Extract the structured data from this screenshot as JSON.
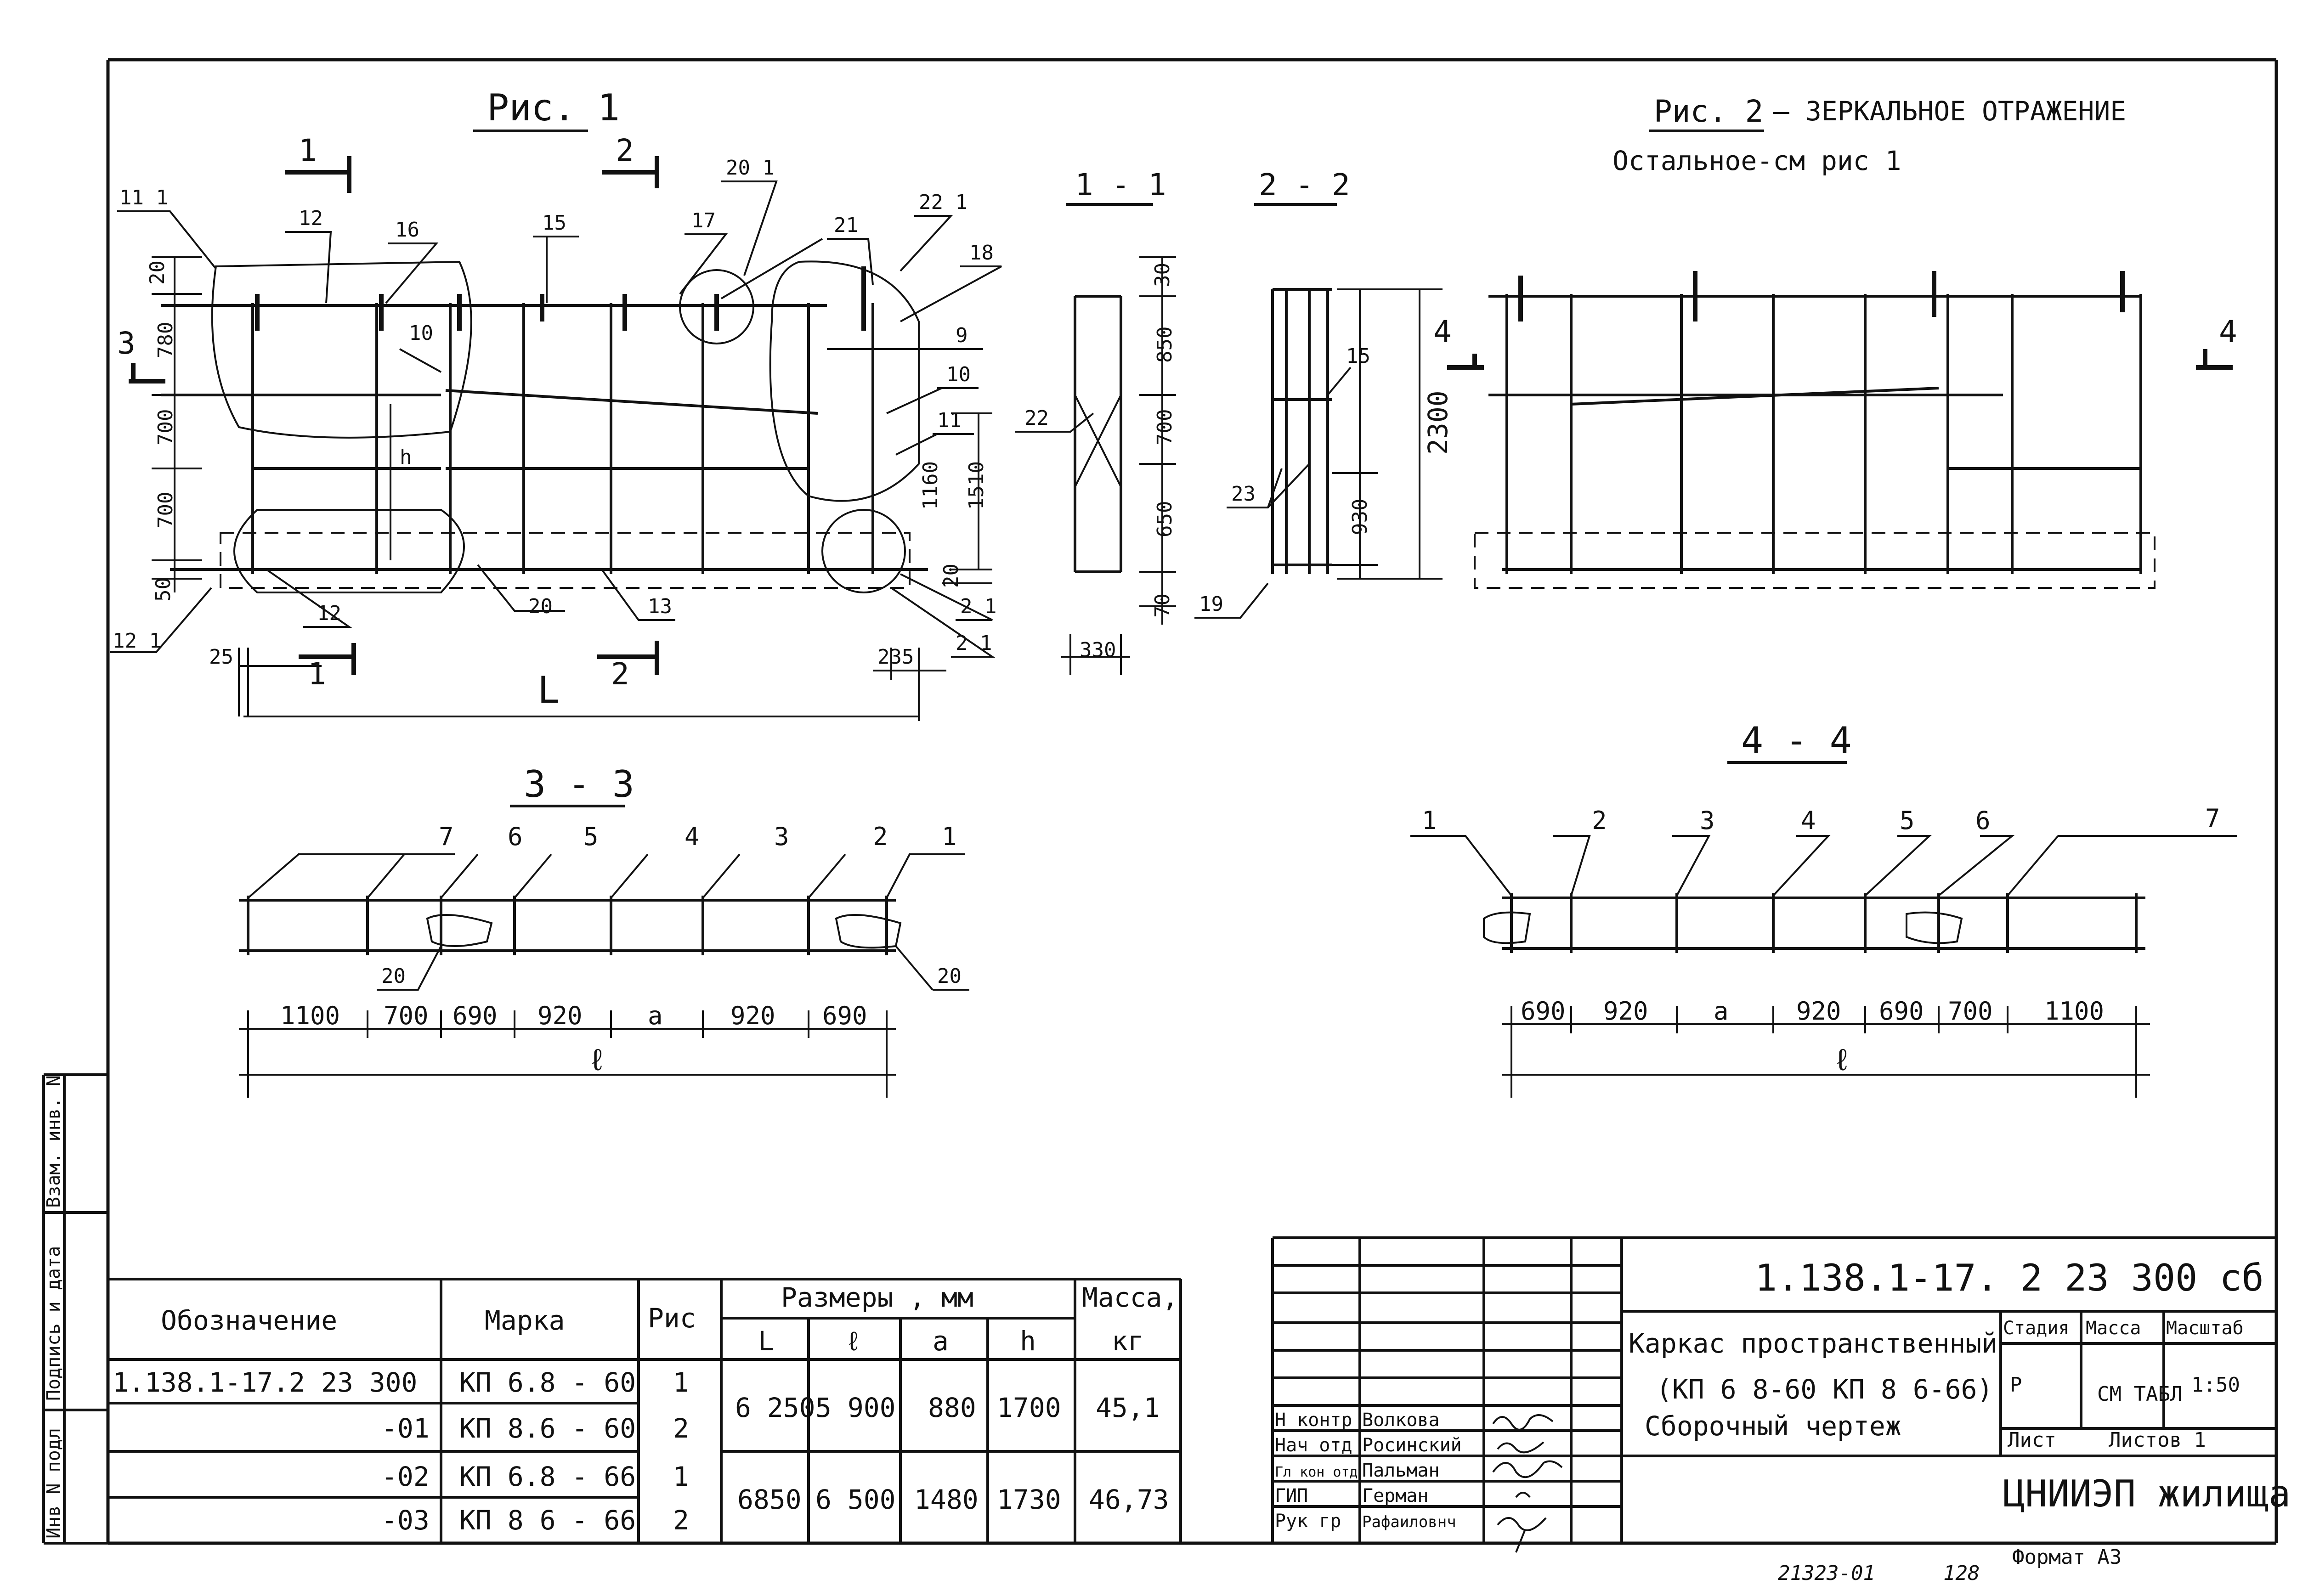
{
  "fig1": {
    "title": "Рис. 1",
    "cut_1": "1",
    "cut_2": "2",
    "cut_3": "3",
    "callouts": {
      "c11": "11 1",
      "c12": "12",
      "c16": "16",
      "c15": "15",
      "c201": "20 1",
      "c17": "17",
      "c21": "21",
      "c221": "22 1",
      "c18": "18",
      "c9": "9",
      "c10a": "10",
      "c10b": "10",
      "c11b": "11",
      "c20": "20",
      "c13": "13",
      "c121": "12 1",
      "c12b": "12",
      "c21b": "2 1",
      "c21c": "2 1",
      "h": "h"
    },
    "dims_left": [
      "20",
      "780",
      "700",
      "700",
      "50"
    ],
    "dims_right": [
      "1160",
      "1510",
      "20"
    ],
    "dim_25": "25",
    "dim_235": "235",
    "dim_L": "L"
  },
  "fig2": {
    "title": "Рис. 2",
    "title_rest": "— ЗЕРКАЛЬНОЕ ОТРАЖЕНИЕ",
    "note": "Остальное-см рис 1",
    "cut_4": "4"
  },
  "sec11": {
    "title": "1 - 1",
    "dims": [
      "30",
      "850",
      "700",
      "650",
      "70"
    ],
    "dim_width": "330",
    "callout_22": "22"
  },
  "sec22": {
    "title": "2 - 2",
    "dim_total": "2300",
    "dim_930": "930",
    "callout_15": "15",
    "callout_23": "23",
    "callout_19": "19"
  },
  "sec33": {
    "title": "3 - 3",
    "marks": [
      "7",
      "6",
      "5",
      "4",
      "3",
      "2",
      "1"
    ],
    "dims": [
      "1100",
      "700",
      "690",
      "920",
      "a",
      "920",
      "690"
    ],
    "total": "ℓ",
    "callout_20a": "20",
    "callout_20b": "20"
  },
  "sec44": {
    "title": "4 - 4",
    "marks": [
      "1",
      "2",
      "3",
      "4",
      "5",
      "6",
      "7"
    ],
    "dims": [
      "690",
      "920",
      "a",
      "920",
      "690",
      "700",
      "1100"
    ],
    "total": "ℓ"
  },
  "spec_table": {
    "headers": {
      "designation": "Обозначение",
      "mark": "Марка",
      "fig": "Рис",
      "sizes": "Размеры , мм",
      "L": "L",
      "l": "ℓ",
      "a": "a",
      "h": "h",
      "mass": "Масса,",
      "mass_unit": "кг"
    },
    "rows": [
      {
        "designation": "1.138.1-17.2 23 300",
        "mark": "КП 6.8 - 60",
        "fig": "1"
      },
      {
        "designation": "-01",
        "mark": "КП 8.6 - 60",
        "fig": "2"
      },
      {
        "designation": "-02",
        "mark": "КП 6.8 - 66",
        "fig": "1"
      },
      {
        "designation": "-03",
        "mark": "КП 8 6 - 66",
        "fig": "2"
      }
    ],
    "groups": [
      {
        "L": "6 250",
        "l": "5 900",
        "a": "880",
        "h": "1700",
        "mass": "45,1"
      },
      {
        "L": "6850",
        "l": "6 500",
        "a": "1480",
        "h": "1730",
        "mass": "46,73"
      }
    ]
  },
  "side_stamp": [
    "Инв N подл",
    "Подпись и дата",
    "Взам. инв. N"
  ],
  "title_block": {
    "doc_code": "1.138.1-17. 2 23 300 сб",
    "name_lines": [
      "Каркас пространственный",
      "(КП 6 8-60 КП 8 6-66)",
      "Сборочный чертеж"
    ],
    "stage_label": "Стадия",
    "mass_label": "Масса",
    "scale_label": "Масштаб",
    "stage": "Р",
    "mass": "СМ ТАБЛ",
    "scale": "1:50",
    "sheet_label": "Лист",
    "sheets_label": "Листов 1",
    "org": "ЦНИИЭП жилища",
    "roles": [
      {
        "role": "Н контр",
        "name": "Волкова"
      },
      {
        "role": "Нач отд",
        "name": "Росинский"
      },
      {
        "role": "Гл кон отд",
        "name": "Пальман"
      },
      {
        "role": "ГИП",
        "name": "Герман"
      },
      {
        "role": "Рук гр",
        "name": "Рафаиловнч"
      }
    ]
  },
  "footer": {
    "number": "21323-01",
    "page": "128",
    "format": "Формат А3"
  }
}
